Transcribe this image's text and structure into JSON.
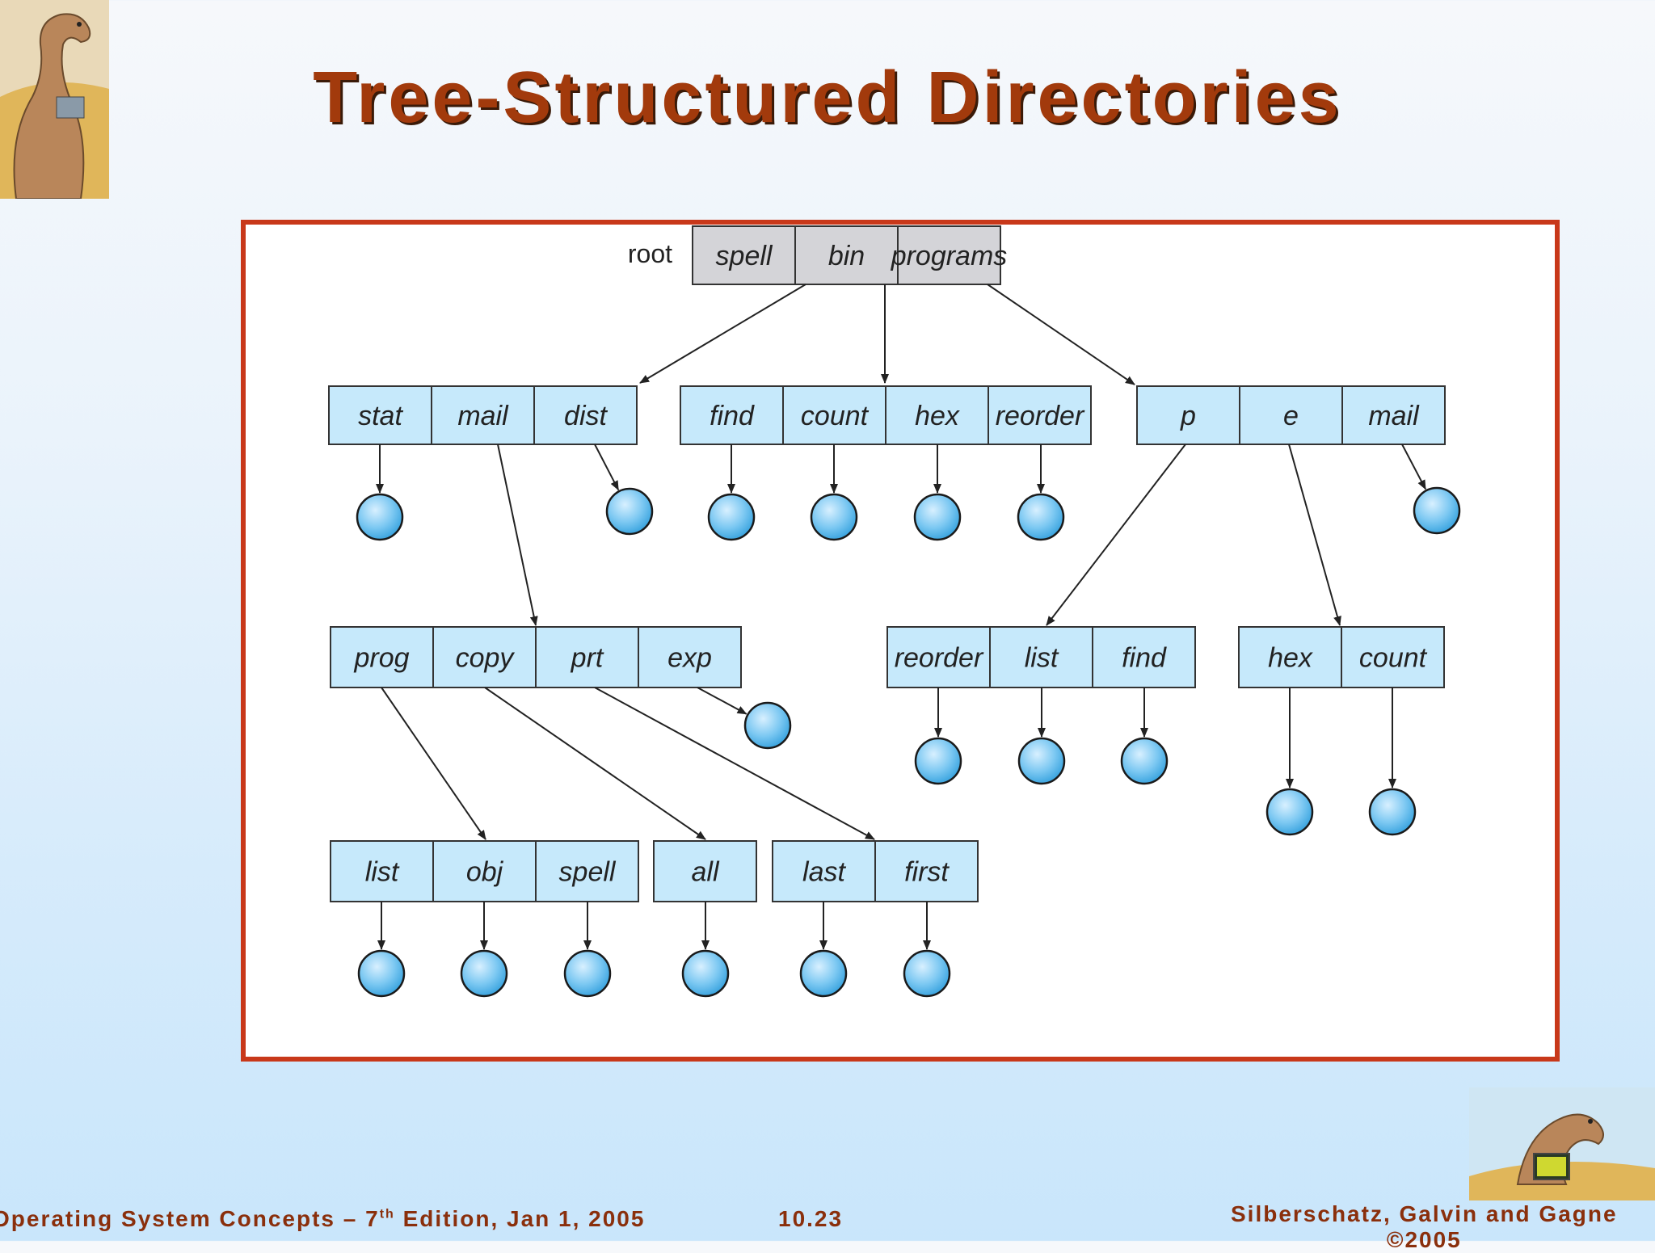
{
  "slide": {
    "title": "Tree-Structured Directories"
  },
  "footer": {
    "book": "Operating System Concepts – 7",
    "edition_sup": "th",
    "edition_rest": " Edition, Jan 1, 2005",
    "page": "10.23",
    "authors": "Silberschatz, Galvin and Gagne",
    "copyright": "©2005"
  },
  "diagram": {
    "root_label": "root",
    "directories": [
      {
        "id": "root",
        "entries": [
          "spell",
          "bin",
          "programs"
        ],
        "gray": true
      },
      {
        "id": "spell-dir",
        "entries": [
          "stat",
          "mail",
          "dist"
        ]
      },
      {
        "id": "bin-dir",
        "entries": [
          "find",
          "count",
          "hex",
          "reorder"
        ]
      },
      {
        "id": "programs-dir",
        "entries": [
          "p",
          "e",
          "mail"
        ]
      },
      {
        "id": "mail-dir",
        "entries": [
          "prog",
          "copy",
          "prt",
          "exp"
        ]
      },
      {
        "id": "p-dir",
        "entries": [
          "reorder",
          "list",
          "find"
        ]
      },
      {
        "id": "e-dir",
        "entries": [
          "hex",
          "count"
        ]
      },
      {
        "id": "prog-dir",
        "entries": [
          "list",
          "obj",
          "spell"
        ]
      },
      {
        "id": "copy-dir",
        "entries": [
          "all"
        ]
      },
      {
        "id": "prt-dir",
        "entries": [
          "last",
          "first"
        ]
      }
    ]
  }
}
